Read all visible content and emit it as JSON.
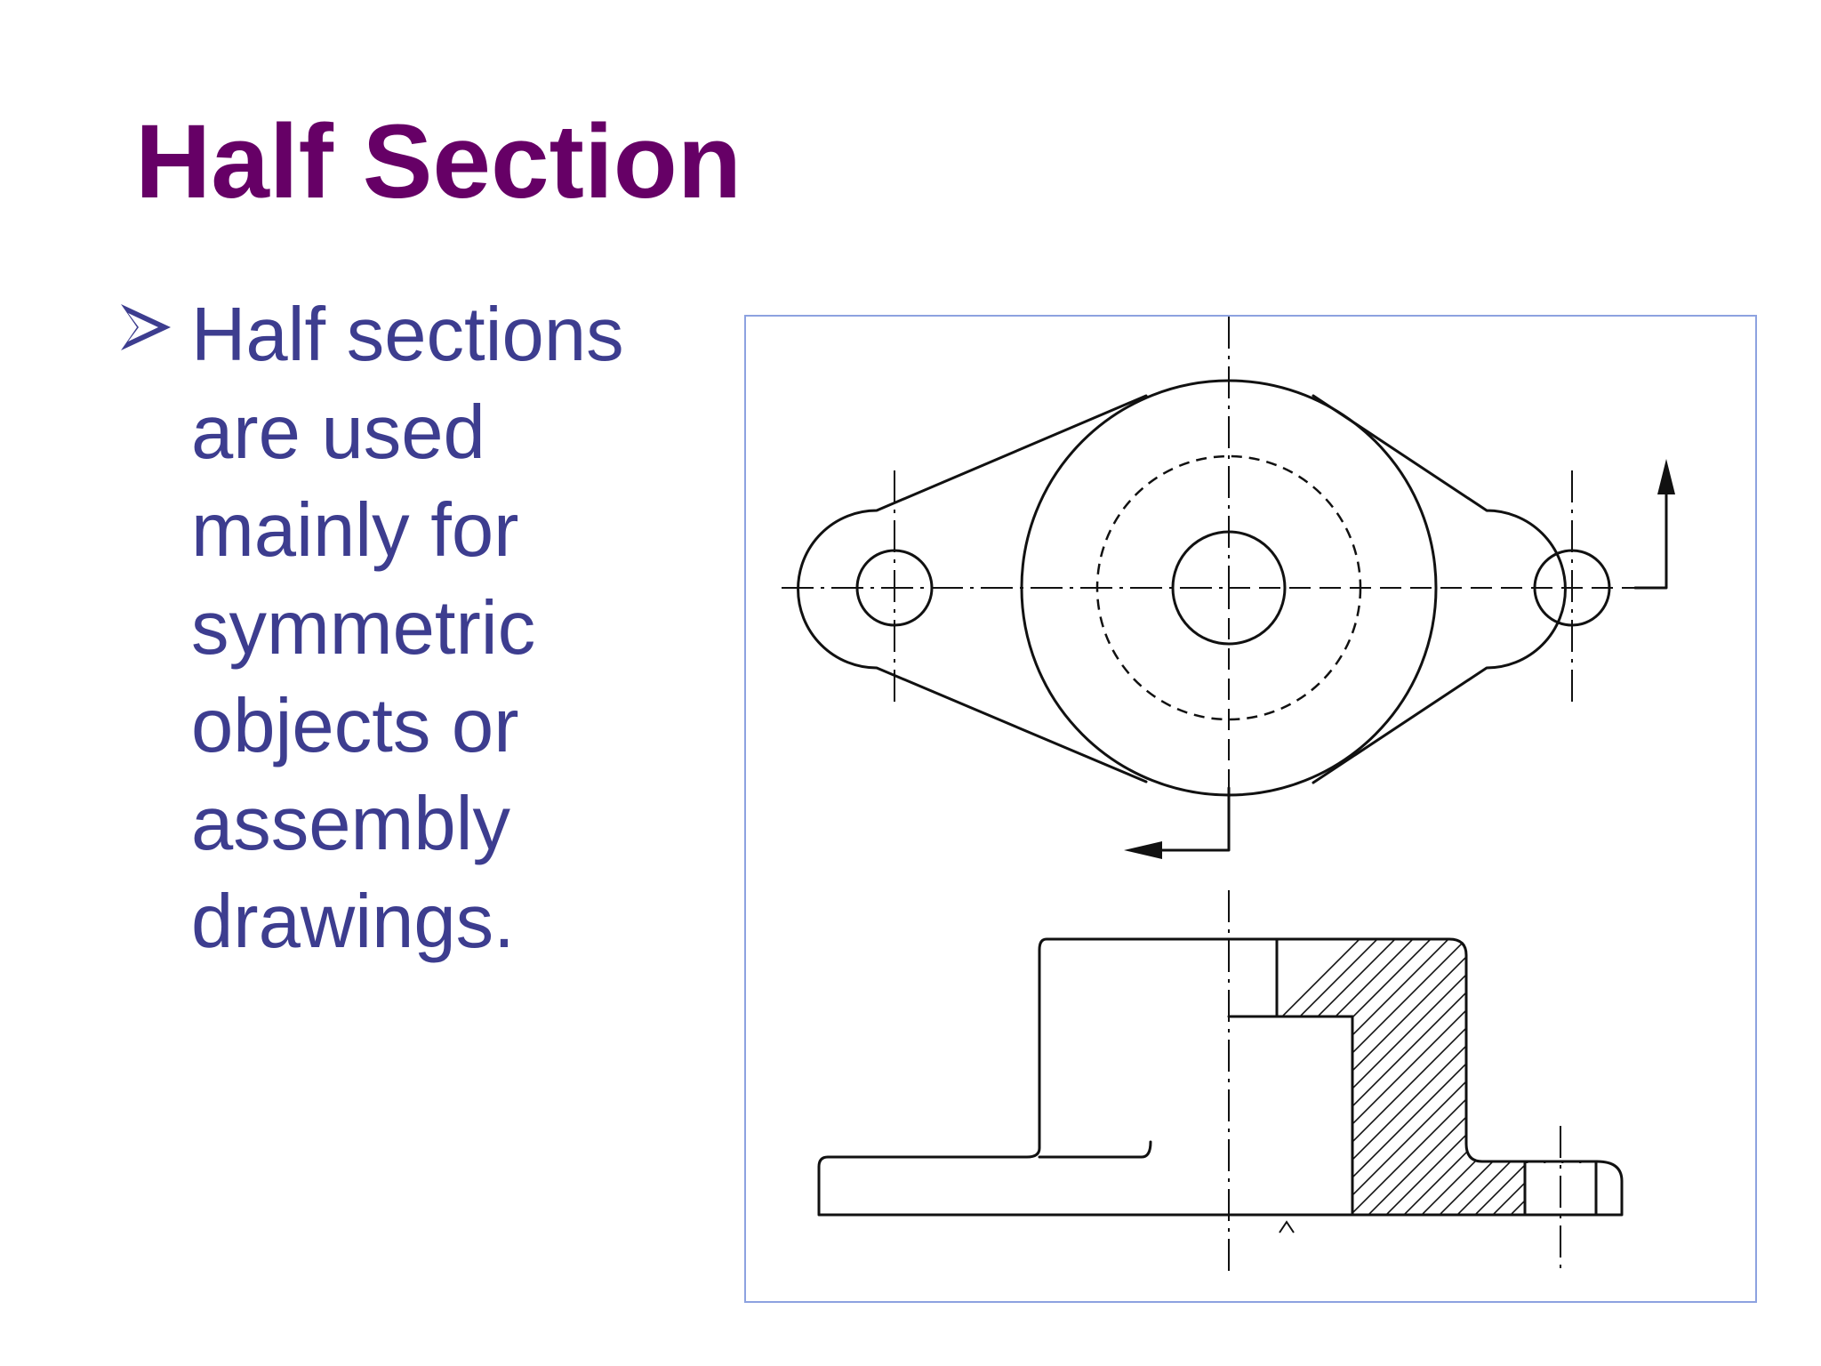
{
  "slide": {
    "title": "Half Section",
    "bullet_icon": "arrowhead-bullet-icon",
    "bullet_lines": [
      "Half sections",
      "are used",
      "mainly for",
      "symmetric",
      "objects or",
      "assembly",
      "drawings."
    ]
  },
  "figure": {
    "description_icon": "half-section-drawing",
    "frame_color": "#8da2e0"
  },
  "colors": {
    "title": "#660066",
    "body_text": "#3d3d8f",
    "line_work": "#111111"
  }
}
